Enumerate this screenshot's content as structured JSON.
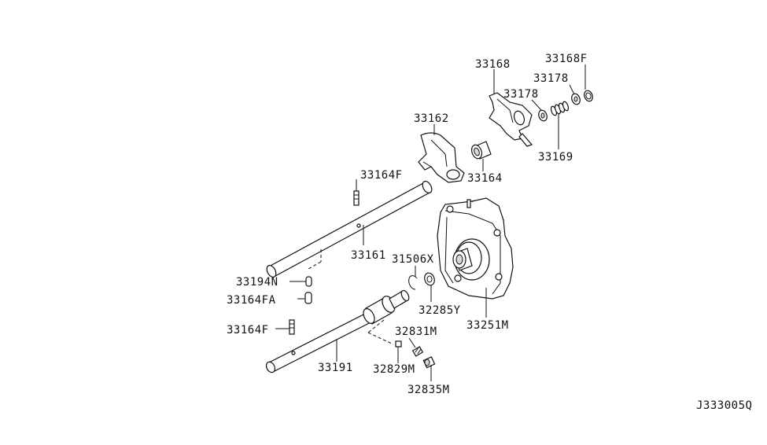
{
  "diagram_id": "J333005Q",
  "parts": {
    "p33168F": "33168F",
    "p33168": "33168",
    "p33178a": "33178",
    "p33178b": "33178",
    "p33162": "33162",
    "p33169": "33169",
    "p33164": "33164",
    "p33164F_top": "33164F",
    "p33161": "33161",
    "p31506X": "31506X",
    "p33194N": "33194N",
    "p33164FA": "33164FA",
    "p32285Y": "32285Y",
    "p33251M": "33251M",
    "p33164F_bottom": "33164F",
    "p32831M": "32831M",
    "p33191": "33191",
    "p32829M": "32829M",
    "p32835M": "32835M"
  }
}
